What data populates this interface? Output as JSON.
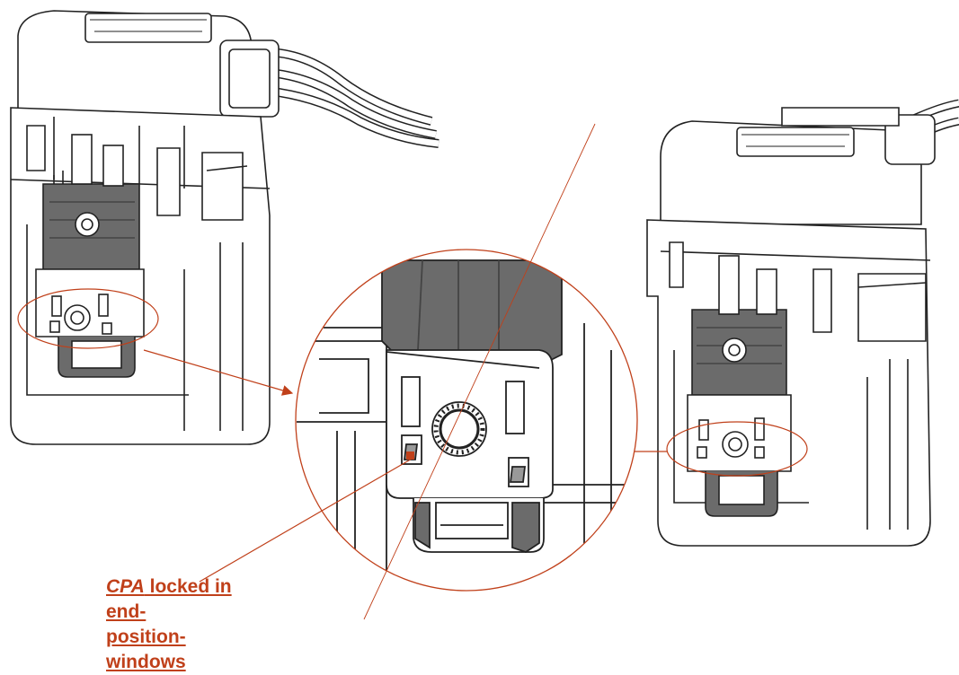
{
  "annotation": {
    "emphasis": "CPA",
    "rest_line1": " locked in end-",
    "line2": "position-windows"
  },
  "colors": {
    "accent": "#c0401a",
    "callout_line": "#c0401a",
    "body_outline": "#222222",
    "dark_part": "#6b6b6b"
  },
  "icons": {
    "left_connector": "connector-housing-icon",
    "right_connector": "connector-housing-icon",
    "magnifier": "magnified-detail-icon"
  }
}
